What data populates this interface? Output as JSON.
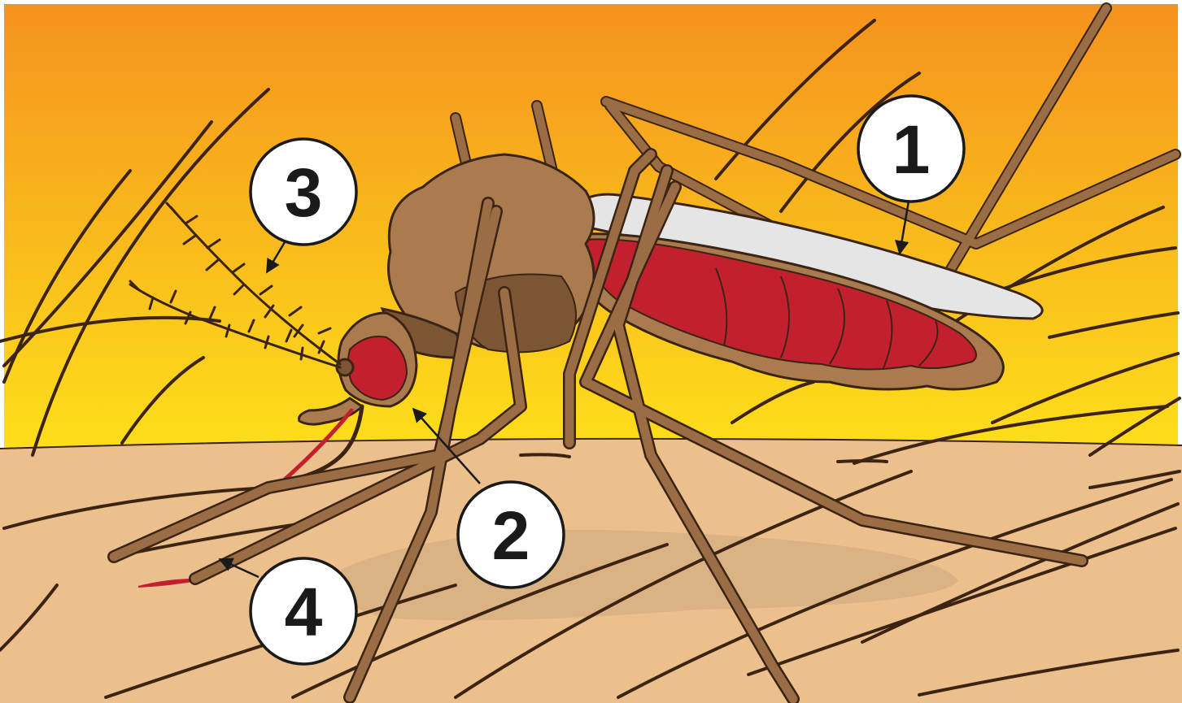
{
  "colors": {
    "sky_top": "#f5921e",
    "sky_bottom": "#fde01a",
    "skin": "#ecc08d",
    "skin_shadow": "#dbb284",
    "hair": "#3d2412",
    "body_light": "#a97b4f",
    "body_dark": "#7c5534",
    "outline": "#3b2414",
    "blood": "#c21f2f",
    "wing": "#e5e5e5",
    "callout_fill": "#ffffff",
    "callout_stroke": "#1a1a1a"
  },
  "callouts": [
    {
      "number": "1",
      "target": "wing"
    },
    {
      "number": "2",
      "target": "eye"
    },
    {
      "number": "3",
      "target": "antenna"
    },
    {
      "number": "4",
      "target": "proboscis-bite"
    }
  ]
}
